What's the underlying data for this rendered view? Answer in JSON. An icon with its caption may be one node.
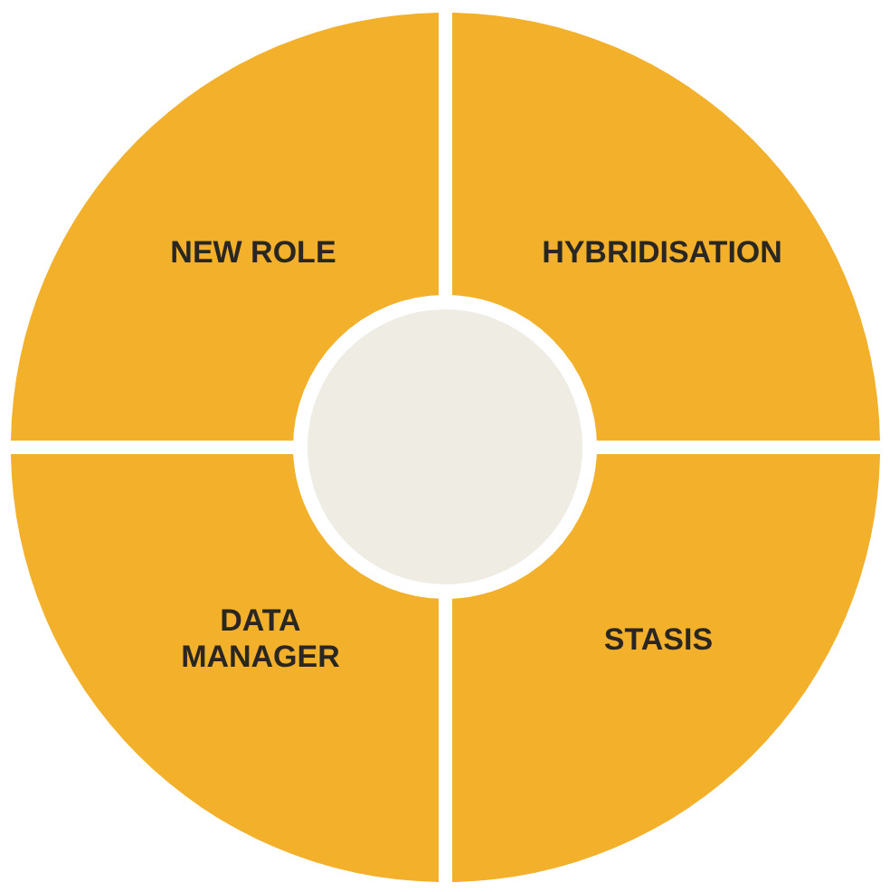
{
  "diagram": {
    "nodes": [
      {
        "text": [
          "NEW ROLE"
        ]
      },
      {
        "text": [
          "HYBRIDISATION"
        ]
      },
      {
        "text": [
          "DATA MANAGER"
        ]
      },
      {
        "text": [
          "STASIS"
        ]
      },
      {
        "text": [],
        "shape": "circle"
      }
    ]
  }
}
